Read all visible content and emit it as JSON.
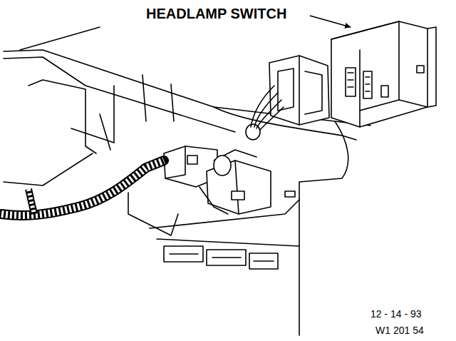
{
  "diagram": {
    "labels": [
      "HEADLAMP SWITCH",
      "12 - 14 - 93",
      "W1 201 54"
    ]
  }
}
